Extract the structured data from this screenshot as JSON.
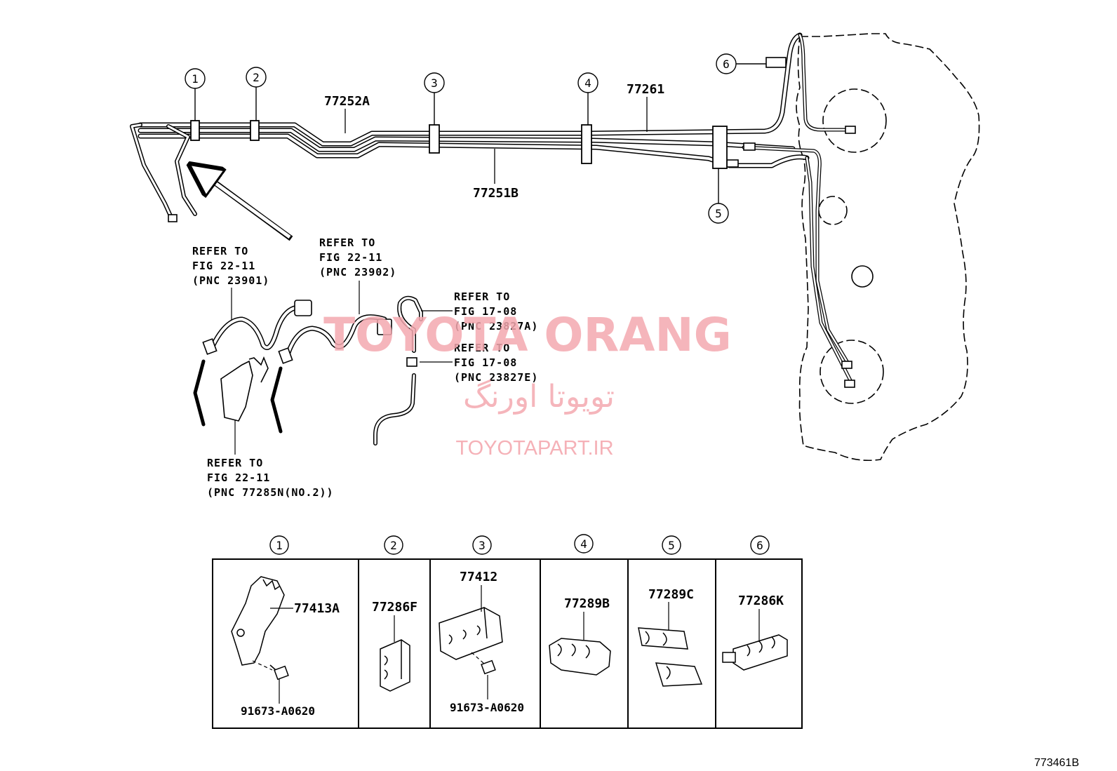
{
  "callouts": [
    "1",
    "2",
    "3",
    "4",
    "5",
    "6"
  ],
  "main_parts": {
    "tube_upper": "77252A",
    "tube_lower": "77251B",
    "tube_rear": "77261"
  },
  "refer_notes": {
    "left": [
      "REFER TO",
      "FIG 22-11",
      "(PNC 23901)"
    ],
    "middle": [
      "REFER TO",
      "FIG 22-11",
      "(PNC 23902)"
    ],
    "right_a": [
      "REFER TO",
      "FIG 17-08",
      "(PNC 23827A)"
    ],
    "right_e": [
      "REFER TO",
      "FIG 17-08",
      "(PNC 23827E)"
    ],
    "bottom": [
      "REFER TO",
      "FIG 22-11",
      "(PNC 77285N(NO.2))"
    ]
  },
  "table": {
    "cells": [
      {
        "num": "1",
        "parts": [
          "77413A",
          "91673-A0620"
        ]
      },
      {
        "num": "2",
        "parts": [
          "77286F"
        ]
      },
      {
        "num": "3",
        "parts": [
          "77412",
          "91673-A0620"
        ]
      },
      {
        "num": "4",
        "parts": [
          "77289B"
        ]
      },
      {
        "num": "5",
        "parts": [
          "77289C"
        ]
      },
      {
        "num": "6",
        "parts": [
          "77286K"
        ]
      }
    ]
  },
  "watermark": {
    "latin": "TOYOTA ORANG",
    "persian": "تویوتا اورنگ",
    "site": "TOYOTAPART.IR"
  },
  "figure_code": "773461B"
}
